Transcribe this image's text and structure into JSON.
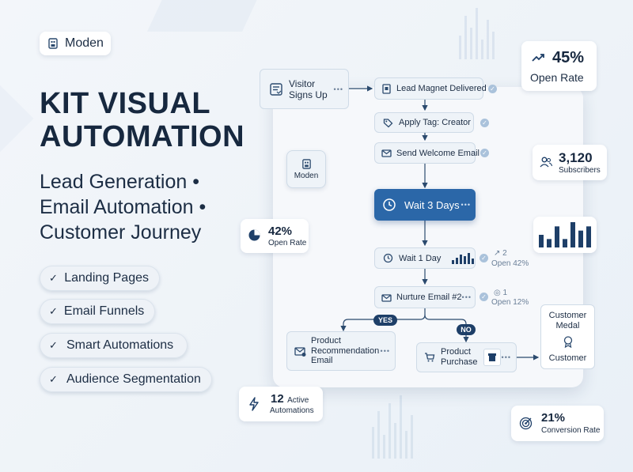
{
  "brand": {
    "name": "Moden",
    "icon": "building-icon"
  },
  "headline": {
    "line1": "KIT VISUAL",
    "line2": "AUTOMATION"
  },
  "subline": {
    "line1": "Lead Generation •",
    "line2": "Email Automation •",
    "line3": "Customer Journey"
  },
  "features": [
    {
      "label": "Landing Pages"
    },
    {
      "label": "Email Funnels"
    },
    {
      "label": "Smart Automations"
    },
    {
      "label": "Audience Segmentation"
    }
  ],
  "stats": {
    "open_rate_top": {
      "value": "45%",
      "label": "Open Rate",
      "icon": "trend-up-icon"
    },
    "subscribers": {
      "value": "3,120",
      "label": "Subscribers",
      "icon": "users-icon"
    },
    "open_rate_left": {
      "value": "42%",
      "label": "Open Rate",
      "icon": "pie-icon"
    },
    "active_automations": {
      "value": "12",
      "label_inline": "Active",
      "label": "Automations",
      "icon": "bolt-icon"
    },
    "conversion": {
      "value": "21%",
      "label": "Conversion Rate",
      "icon": "target-icon"
    }
  },
  "mini_chart": {
    "values": [
      3,
      2,
      5,
      2,
      6,
      4,
      5
    ]
  },
  "flow": {
    "trigger": {
      "line1": "Visitor",
      "line2": "Signs Up"
    },
    "lead_magnet": "Lead Magnet Delivered",
    "apply_tag": "Apply Tag: Creator",
    "welcome": "Send Welcome Email",
    "moden_badge": "Moden",
    "wait3": "Wait 3 Days",
    "wait1": "Wait 1 Day",
    "wait1_stat": {
      "count": "2",
      "label": "Open 42%"
    },
    "nurture": "Nurture Email #2",
    "nurture_stat": {
      "count": "1",
      "label": "Open 12%"
    },
    "yes": "YES",
    "no": "NO",
    "product_rec": {
      "line1": "Product",
      "line2": "Recommendation",
      "line3": "Email"
    },
    "product_purchase": {
      "line1": "Product",
      "line2": "Purchase"
    },
    "customer": {
      "line1": "Customer",
      "line2": "Medal",
      "line3": "Customer"
    }
  }
}
